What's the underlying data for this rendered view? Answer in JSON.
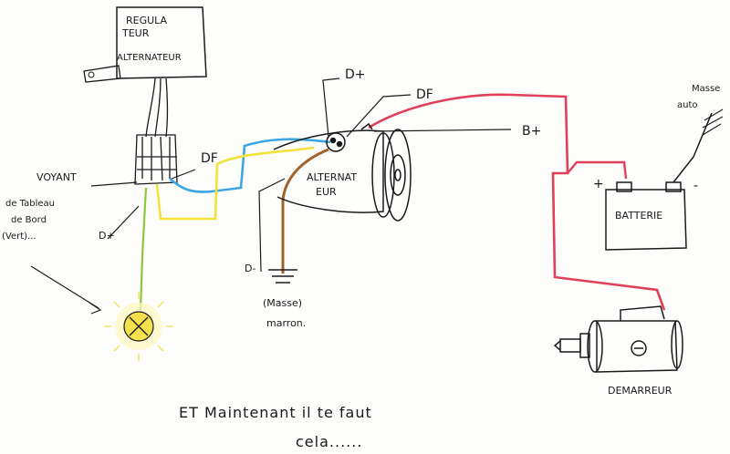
{
  "labels": {
    "regulateur_l1": "REGULA",
    "regulateur_l2": "TEUR",
    "regulateur_l3": "ALTERNATEUR",
    "alternateur_l1": "ALTERNAT",
    "alternateur_l2": "EUR",
    "batterie": "BATTERIE",
    "demarreur": "DEMARREUR",
    "d_plus_top": "D+",
    "df_top": "DF",
    "b_plus": "B+",
    "df_left": "DF",
    "voyant": "VOYANT",
    "tableau_l1": "de Tableau",
    "tableau_l2": "de Bord",
    "tableau_l3": "(Vert)...",
    "d_plus_left": "D+",
    "d_minus": "D-",
    "masse_l1": "(Masse)",
    "masse_l2": "marron.",
    "masse_auto_l1": "Masse",
    "masse_auto_l2": "auto",
    "batt_plus": "+",
    "batt_minus": "-",
    "starter_minus": "⊖",
    "caption_l1": "ET Maintenant il te faut",
    "caption_l2": "cela......"
  },
  "colors": {
    "paper": "#fdfdfb",
    "ink": "#1a1a1a",
    "wire_blue": "#3aa7e0",
    "wire_yellow": "#f2e23a",
    "wire_red": "#e0405a",
    "wire_brown": "#a0622d",
    "wire_green": "#8cc63f",
    "lamp": "#f4e04a"
  }
}
